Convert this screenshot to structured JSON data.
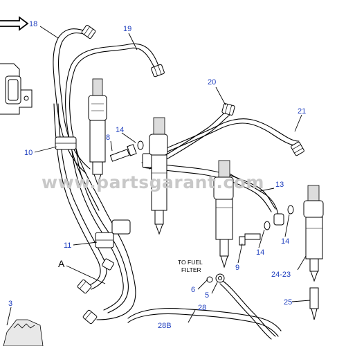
{
  "callouts": {
    "c18": "18",
    "c19": "19",
    "c20": "20",
    "c21": "21",
    "c14a": "14",
    "c8": "8",
    "c10": "10",
    "c13": "13",
    "c11": "11",
    "c14b": "14",
    "c14c": "14",
    "c9": "9",
    "c24_23": "24-23",
    "cA": "A",
    "c6": "6",
    "c5": "5",
    "c25": "25",
    "c3": "3",
    "c28": "28",
    "c28b": "28B"
  },
  "notes": {
    "to_fuel_line1": "TO FUEL",
    "to_fuel_line2": "FILTER"
  },
  "watermark": "www.partsgarant.com",
  "colors": {
    "label_blue": "#1f3fbf",
    "line_black": "#000000",
    "watermark_gray": "#c8c8c8"
  }
}
